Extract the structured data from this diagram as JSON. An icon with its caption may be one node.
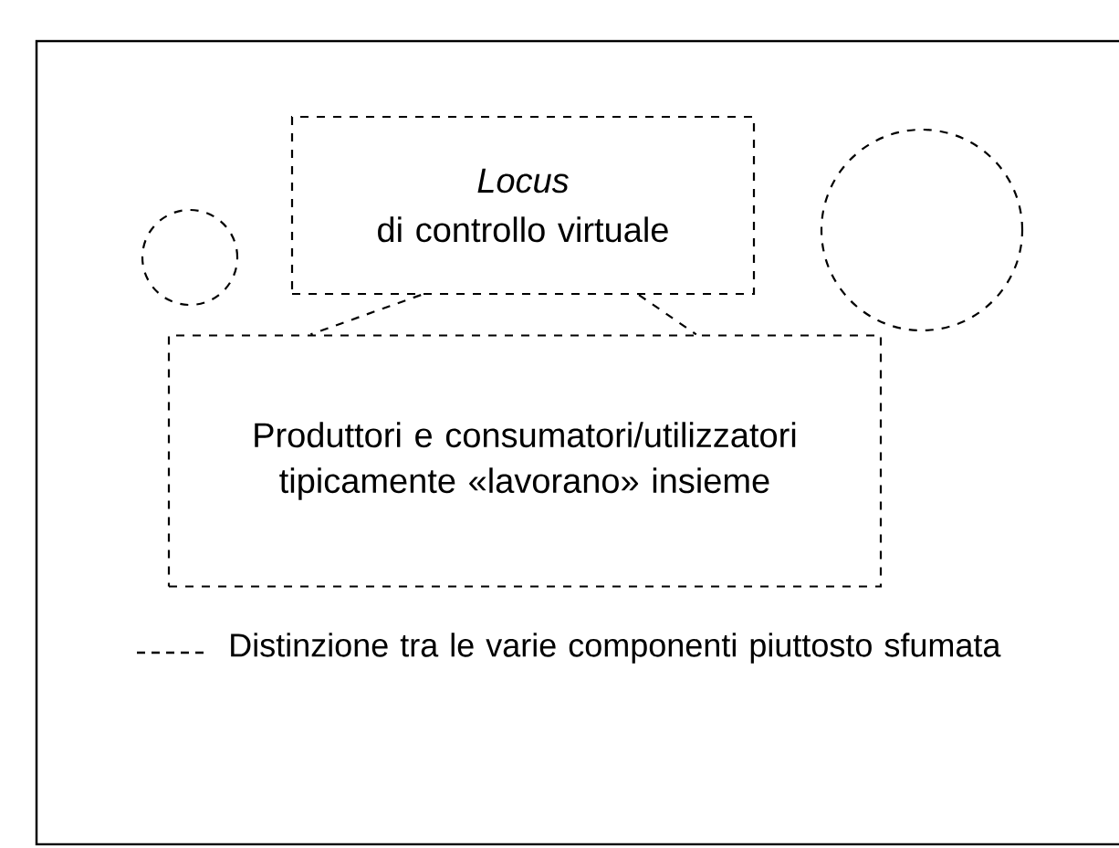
{
  "diagram": {
    "nodes": [
      {
        "text": [],
        "shape": "circle"
      },
      {
        "text": [
          "Locus",
          "di controllo virtuale"
        ]
      },
      {
        "text": [],
        "shape": "circle"
      },
      {
        "text": [
          "Produttori e consumatori/utilizzatori tipicamente «lavorano» insieme"
        ]
      }
    ],
    "edges": [
      {
        "from": 1,
        "to": 3,
        "arrow": "none",
        "style": "dashed"
      },
      {
        "from": 1,
        "to": 3,
        "arrow": "none",
        "style": "dashed"
      }
    ],
    "legend": [
      {
        "text": "Distinzione tra le varie componenti piuttosto sfumata"
      }
    ]
  }
}
